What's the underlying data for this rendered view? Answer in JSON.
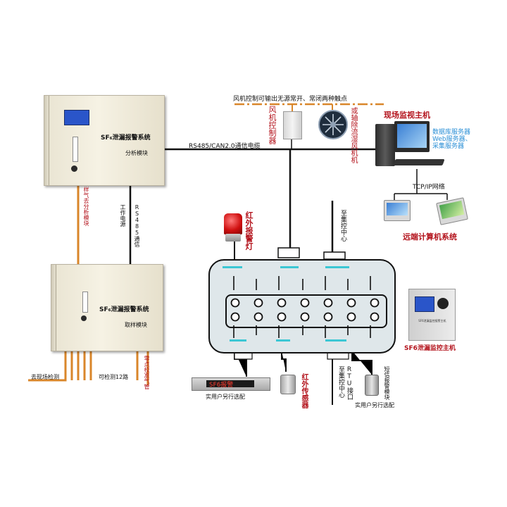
{
  "analysis_cabinet": {
    "title": "SF₆泄漏报警系统",
    "module": "分析模块"
  },
  "sampling_cabinet": {
    "title": "SF₆泄漏报警系统",
    "module": "取样模块"
  },
  "bus": {
    "label": "RS485/CAN2.0通信电缆"
  },
  "fan": {
    "note": "风机控制可输出无源常开、常闭两种触点",
    "controller_label": "风机控制器",
    "fan_label": "或轴除流湿风机机"
  },
  "monitor_host": {
    "label": "现场监视主机",
    "servers": [
      "数据库服务器",
      "Web服务器、",
      "采集服务器"
    ]
  },
  "network": {
    "tcp_label": "TCP/IP网络",
    "remote_label": "远端计算机系统"
  },
  "vertical_labels": {
    "sample_gas": "样气去分析模块",
    "power": "工作电源",
    "rs485": "RS485通信",
    "to_center_top": "至集控中心",
    "to_center_bottom": "至集控中心",
    "rtu": "RTU接口",
    "infrared_lamp": "红外报警灯",
    "infrared_sensor": "红外传感器",
    "sms": "短信报警模块",
    "zero_calib": "零点校准气管"
  },
  "bottom_labels": {
    "to_site": "去现场检测",
    "detect12": "可检测12路",
    "user_config_left": "实用户另行选配",
    "user_config_right": "实用户另行选配"
  },
  "display": {
    "text": "SF6报警"
  },
  "sf6_host": {
    "label": "SF6泄漏监控主机",
    "screen_caption": "SF6泄漏监控报警主机"
  }
}
